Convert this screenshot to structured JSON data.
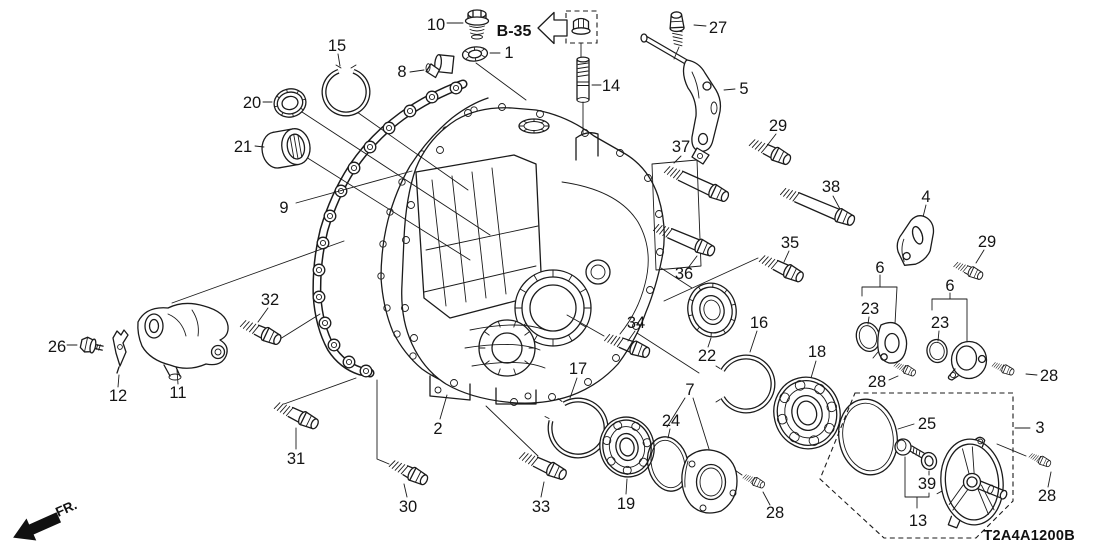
{
  "diagram": {
    "part_code": "T2A4A1200B",
    "reference_label": "B-35",
    "direction_label": "FR.",
    "colors": {
      "ink": "#1b1b1b",
      "background": "#ffffff"
    },
    "callouts": [
      {
        "part": "10"
      },
      {
        "part": "1"
      },
      {
        "part": "8"
      },
      {
        "part": "15"
      },
      {
        "part": "20"
      },
      {
        "part": "21"
      },
      {
        "part": "9"
      },
      {
        "part": "14"
      },
      {
        "part": "27"
      },
      {
        "part": "5"
      },
      {
        "part": "29"
      },
      {
        "part": "37"
      },
      {
        "part": "38"
      },
      {
        "part": "4"
      },
      {
        "part": "29"
      },
      {
        "part": "36"
      },
      {
        "part": "35"
      },
      {
        "part": "6"
      },
      {
        "part": "23"
      },
      {
        "part": "6"
      },
      {
        "part": "23"
      },
      {
        "part": "22"
      },
      {
        "part": "16"
      },
      {
        "part": "18"
      },
      {
        "part": "34"
      },
      {
        "part": "26"
      },
      {
        "part": "32"
      },
      {
        "part": "12"
      },
      {
        "part": "11"
      },
      {
        "part": "17"
      },
      {
        "part": "28"
      },
      {
        "part": "28"
      },
      {
        "part": "2"
      },
      {
        "part": "31"
      },
      {
        "part": "24"
      },
      {
        "part": "7"
      },
      {
        "part": "25"
      },
      {
        "part": "3"
      },
      {
        "part": "30"
      },
      {
        "part": "33"
      },
      {
        "part": "19"
      },
      {
        "part": "28"
      },
      {
        "part": "39"
      },
      {
        "part": "13"
      },
      {
        "part": "28"
      }
    ]
  }
}
